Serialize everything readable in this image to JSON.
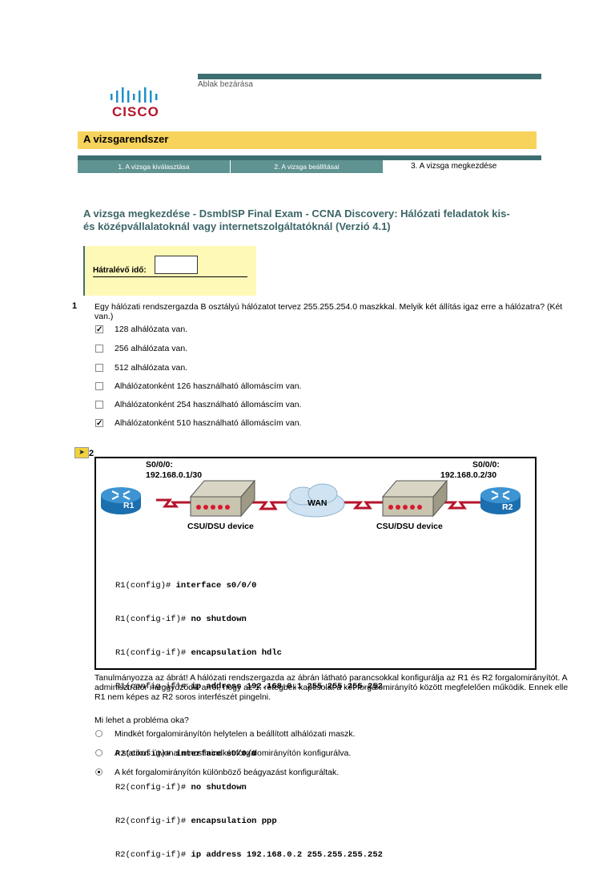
{
  "header": {
    "close_link": "Ablak bezárása",
    "logo_text": "CISCO",
    "system_title": "A vizsgarendszer"
  },
  "steps": [
    {
      "label": "1. A vizsga kiválasztása"
    },
    {
      "label": "2. A vizsga beállításai"
    },
    {
      "label": "3. A vizsga megkezdése"
    }
  ],
  "exam": {
    "title_line1": "A vizsga megkezdése - DsmbISP Final Exam - CCNA Discovery: Hálózati feladatok kis-",
    "title_line2": "és középvállalatoknál vagy internetszolgáltatóknál (Verzió 4.1)",
    "timer_label": "Hátralévő idő:",
    "timer_value": ""
  },
  "q1": {
    "number": "1",
    "text_line1": "Egy hálózati rendszergazda B osztályú hálózatot tervez 255.255.254.0 maszkkal. Melyik két állítás igaz erre a hálózatra? (Két",
    "text_line2": "van.)",
    "options": [
      {
        "label": "128 alhálózata van.",
        "checked": true
      },
      {
        "label": "256 alhálózata van.",
        "checked": false
      },
      {
        "label": "512 alhálózata van.",
        "checked": false
      },
      {
        "label": "Alhálózatonként 126 használható állomáscím van.",
        "checked": false
      },
      {
        "label": "Alhálózatonként 254 használható állomáscím van.",
        "checked": false
      },
      {
        "label": "Alhálózatonként 510 használható állomáscím van.",
        "checked": true
      }
    ]
  },
  "q2": {
    "number": "2",
    "exhibit_icon": "exhibit-icon",
    "diagram": {
      "r1_iface": "S0/0/0:",
      "r1_ip": "192.168.0.1/30",
      "r2_iface": "S0/0/0:",
      "r2_ip": "192.168.0.2/30",
      "r1_label": "R1",
      "r2_label": "R2",
      "wan_label": "WAN",
      "csu_left": "CSU/DSU device",
      "csu_right": "CSU/DSU device",
      "config": [
        {
          "prompt": "R1(config)# ",
          "cmd": "interface s0/0/0"
        },
        {
          "prompt": "R1(config-if)# ",
          "cmd": "no shutdown"
        },
        {
          "prompt": "R1(config-if)# ",
          "cmd": "encapsulation hdlc"
        },
        {
          "prompt": "R1(config-if)# ",
          "cmd": "ip address 192.168.0.1 255.255.255.252"
        },
        {
          "prompt": "R2(config)# ",
          "cmd": "interface s0/0/0"
        },
        {
          "prompt": "R2(config-if)# ",
          "cmd": "no shutdown"
        },
        {
          "prompt": "R2(config-if)# ",
          "cmd": "encapsulation ppp"
        },
        {
          "prompt": "R2(config-if)# ",
          "cmd": "ip address 192.168.0.2 255.255.255.252"
        }
      ]
    },
    "text_line1": "Tanulmányozza az ábrát! A hálózati rendszergazda az ábrán látható parancsokkal konfigurálja az R1 és R2 forgalomirányítót. A",
    "text_line2": "adminisztrátor meggyőződik arról, hogy az 1. rétegbeli kapcsolat a két forgalomirányító között megfelelően működik. Ennek elle",
    "text_line3": "R1 nem képes az R2 soros interfészét pingelni.",
    "prompt": "Mi lehet a probléma oka?",
    "options": [
      {
        "label": "Mindkét forgalomirányítón helytelen a beállított alhálózati maszk.",
        "selected": false
      },
      {
        "label": "A statikus útvonal nincs mindkét forgalomirányítón konfigurálva.",
        "selected": false
      },
      {
        "label": "A két forgalomirányítón különböző beágyazást konfiguráltak.",
        "selected": true
      }
    ]
  }
}
